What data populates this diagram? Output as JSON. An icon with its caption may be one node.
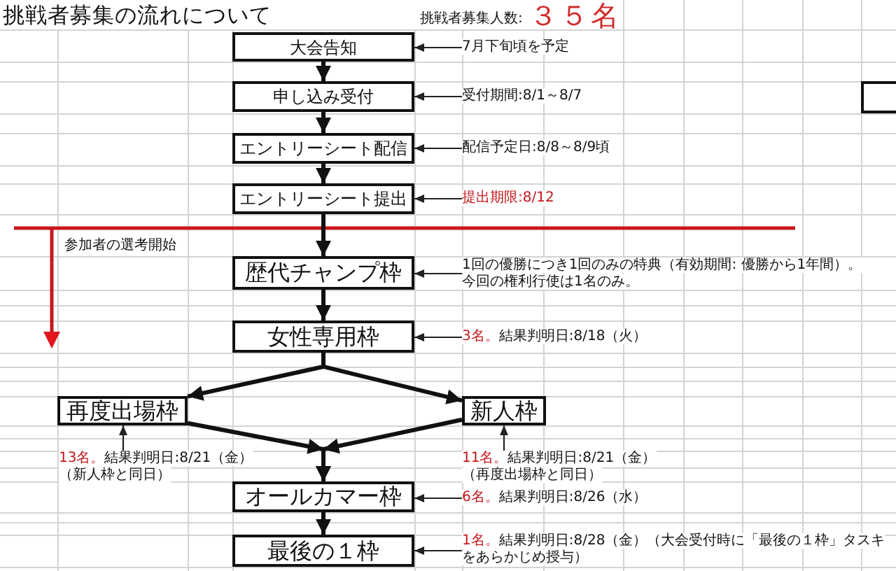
{
  "diagram": {
    "title": "挑戦者募集の流れについて",
    "nodes": [
      {
        "text": [
          "大会告知"
        ]
      },
      {
        "text": [
          "7月下旬頃を予定"
        ]
      },
      {
        "text": [
          "申し込み受付"
        ]
      },
      {
        "text": [
          "受付期間:8/1～8/7"
        ]
      },
      {
        "text": [],
        "shape": "box"
      },
      {
        "text": [
          "エントリーシート配信"
        ]
      },
      {
        "text": [
          "配信予定日:8/8～8/9頃"
        ]
      },
      {
        "text": [
          "エントリーシート提出"
        ]
      },
      {
        "text": [
          "提出期限:8/12"
        ]
      },
      {
        "text": [
          "歴代チャンプ枠"
        ]
      },
      {
        "text": [
          "1回の優勝につき1回のみの特典（有効期間: 優勝から1年間）。",
          "今回の権利行使は1名のみ。"
        ]
      },
      {
        "text": [
          "女性専用枠"
        ]
      },
      {
        "text": [
          "3名。",
          "結果判明日:8/18（火）"
        ]
      },
      {
        "text": [
          "再度出場枠"
        ]
      },
      {
        "text": [
          "新人枠"
        ]
      },
      {
        "text": [
          "13名。",
          "結果判明日:8/21（金）",
          "（新人枠と同日）"
        ]
      },
      {
        "text": [
          "11名。",
          "結果判明日:8/21（金）",
          "（再度出場枠と同日）"
        ]
      },
      {
        "text": [
          "オールカマー枠"
        ]
      },
      {
        "text": [
          "6名。",
          "結果判明日:8/26（水）"
        ]
      },
      {
        "text": [
          "最後の１枠"
        ]
      },
      {
        "text": [
          "1名。",
          "結果判明日:8/28（金）（大会受付時に「最後の１枠」タスキをあらかじめ授与）"
        ]
      }
    ],
    "edges": [
      {
        "from": 0,
        "to": 2,
        "arrow": "to",
        "style": "thick"
      },
      {
        "from": 2,
        "to": 5,
        "arrow": "to",
        "style": "thick"
      },
      {
        "from": 5,
        "to": 7,
        "arrow": "to",
        "style": "thick"
      },
      {
        "from": 7,
        "to": 9,
        "arrow": "to",
        "style": "thick"
      },
      {
        "from": 9,
        "to": 11,
        "arrow": "to",
        "style": "thick"
      },
      {
        "from": 11,
        "to": 13,
        "arrow": "to",
        "style": "thick"
      },
      {
        "from": 11,
        "to": 14,
        "arrow": "to",
        "style": "thick"
      },
      {
        "from": 13,
        "to": 17,
        "arrow": "to",
        "style": "thick"
      },
      {
        "from": 14,
        "to": 17,
        "arrow": "to",
        "style": "thick"
      },
      {
        "from": 17,
        "to": 19,
        "arrow": "to",
        "style": "thick"
      },
      {
        "from": 1,
        "to": 0,
        "arrow": "to"
      },
      {
        "from": 3,
        "to": 2,
        "arrow": "to"
      },
      {
        "from": 6,
        "to": 5,
        "arrow": "to"
      },
      {
        "from": 8,
        "to": 7,
        "arrow": "to"
      },
      {
        "from": 10,
        "to": 9,
        "arrow": "to"
      },
      {
        "from": 12,
        "to": 11,
        "arrow": "to"
      },
      {
        "from": 15,
        "to": 13,
        "arrow": "to"
      },
      {
        "from": 16,
        "to": 14,
        "arrow": "to"
      },
      {
        "from": 18,
        "to": 17,
        "arrow": "to"
      },
      {
        "from": 20,
        "to": 19,
        "arrow": "to"
      }
    ],
    "labels": [
      "挑戦者募集人数:",
      "３５名",
      "参加者の選考開始"
    ]
  }
}
